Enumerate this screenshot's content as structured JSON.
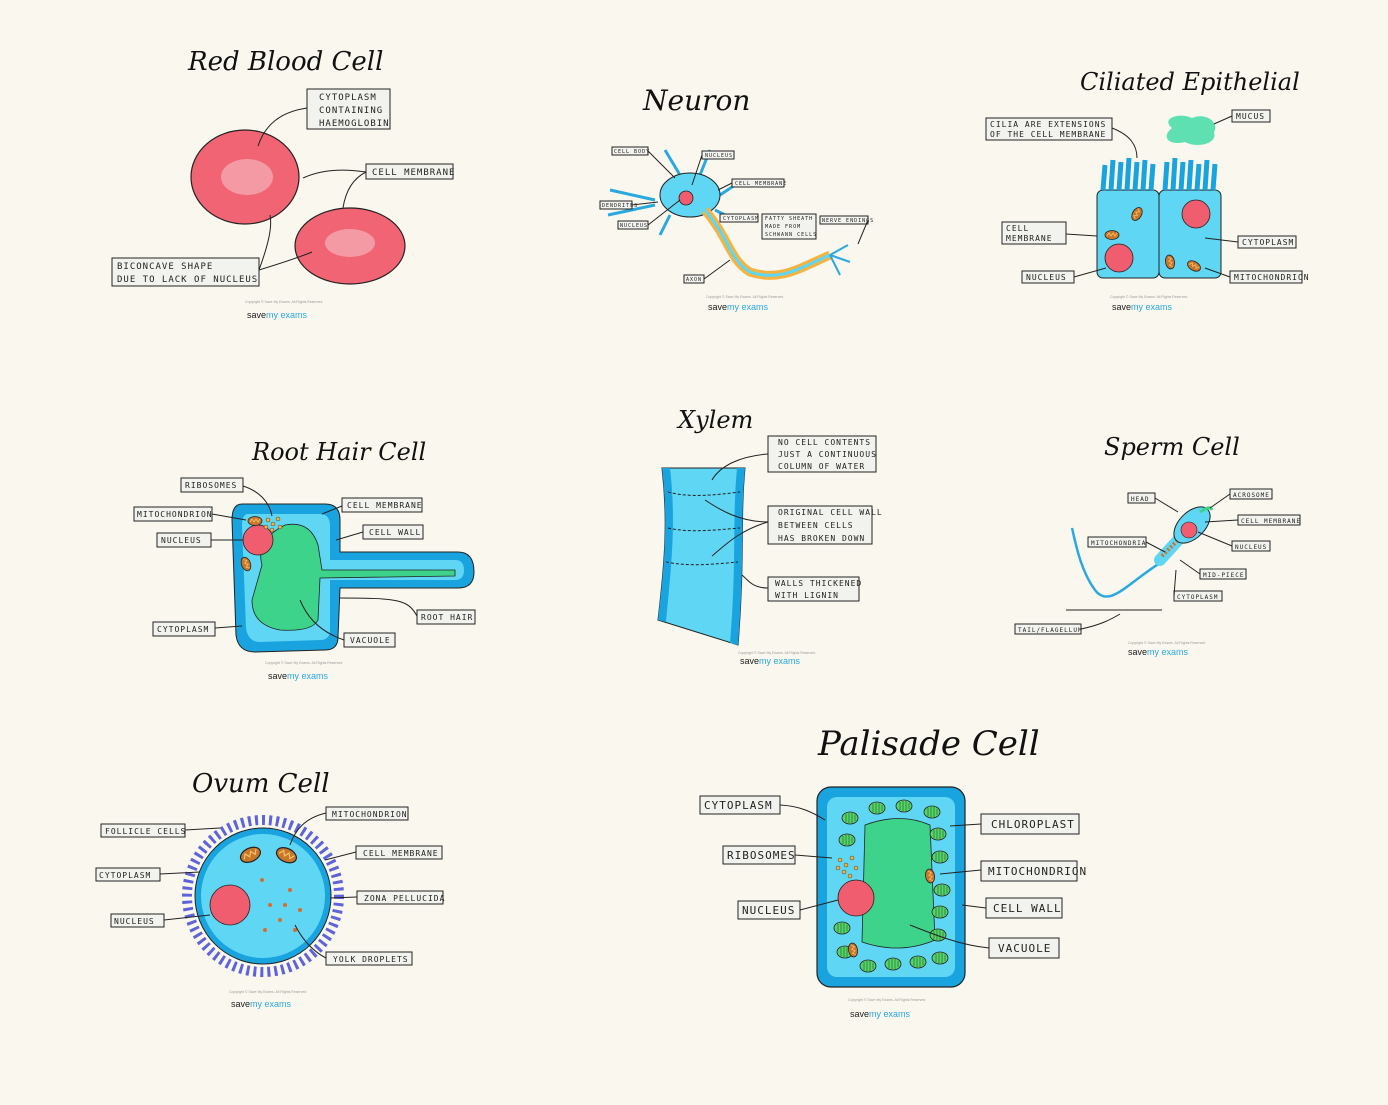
{
  "colors": {
    "cell_red": "#f06473",
    "cell_blue": "#5fd6f4",
    "cell_blue_dark": "#1aa4df",
    "vacuole_green": "#3ed38a",
    "mito_orange": "#c9772b",
    "chloroplast_green": "#5ad36a",
    "nucleus_red": "#ef5d6f",
    "background": "#faf8ee"
  },
  "brand": {
    "name1": "save",
    "name2": "my exams",
    "copyright": "Copyright © Save My Exams. All Rights Reserved"
  },
  "rbc": {
    "title": "Red Blood Cell",
    "labels": [
      "CYTOPLASM",
      "CONTAINING",
      "HAEMOGLOBIN",
      "CELL MEMBRANE",
      "BICONCAVE SHAPE",
      "DUE TO LACK OF NUCLEUS"
    ]
  },
  "neuron": {
    "title": "Neuron",
    "labels": [
      "CELL BODY",
      "NUCLEUS",
      "CELL MEMBRANE",
      "DENDRITES",
      "CYTOPLASM",
      "FATTY SHEATH",
      "MADE FROM",
      "SCHWANN CELLS",
      "NERVE ENDINGS",
      "AXON",
      "NUCLEUS"
    ]
  },
  "ciliated": {
    "title": "Ciliated Epithelial",
    "labels": [
      "CILIA ARE EXTENSIONS",
      "OF THE CELL MEMBRANE",
      "MUCUS",
      "CELL",
      "MEMBRANE",
      "CYTOPLASM",
      "NUCLEUS",
      "MITOCHONDRION"
    ]
  },
  "roothair": {
    "title": "Root Hair Cell",
    "labels": [
      "RIBOSOMES",
      "MITOCHONDRION",
      "NUCLEUS",
      "CELL MEMBRANE",
      "CELL WALL",
      "ROOT HAIR",
      "CYTOPLASM",
      "VACUOLE"
    ]
  },
  "xylem": {
    "title": "Xylem",
    "labels": [
      "NO CELL CONTENTS",
      "JUST A CONTINUOUS",
      "COLUMN OF WATER",
      "ORIGINAL CELL WALL",
      "BETWEEN CELLS",
      "HAS BROKEN DOWN",
      "WALLS THICKENED",
      "WITH LIGNIN"
    ]
  },
  "sperm": {
    "title": "Sperm Cell",
    "labels": [
      "HEAD",
      "ACROSOME",
      "CELL MEMBRANE",
      "NUCLEUS",
      "MITOCHONDRIA",
      "MID-PIECE",
      "CYTOPLASM",
      "TAIL/FLAGELLUM"
    ]
  },
  "ovum": {
    "title": "Ovum Cell",
    "labels": [
      "FOLLICLE CELLS",
      "MITOCHONDRION",
      "CELL MEMBRANE",
      "CYTOPLASM",
      "ZONA PELLUCIDA",
      "NUCLEUS",
      "YOLK DROPLETS"
    ]
  },
  "palisade": {
    "title": "Palisade Cell",
    "labels": [
      "CYTOPLASM",
      "CHLOROPLAST",
      "RIBOSOMES",
      "MITOCHONDRION",
      "NUCLEUS",
      "CELL WALL",
      "VACUOLE"
    ]
  }
}
